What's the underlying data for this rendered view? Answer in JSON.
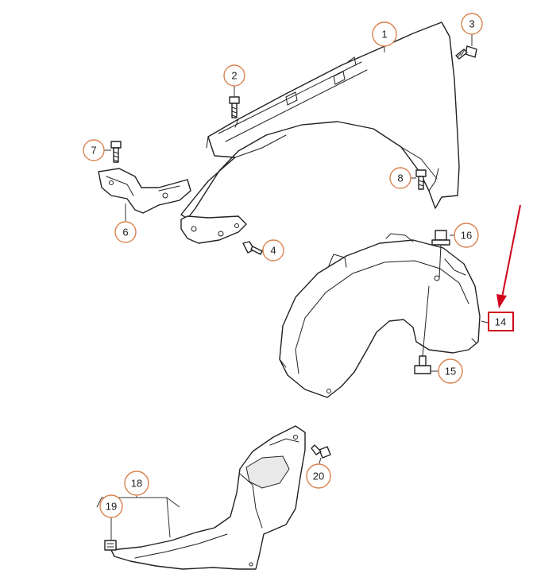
{
  "callouts": {
    "c1": "1",
    "c2": "2",
    "c3": "3",
    "c4": "4",
    "c6": "6",
    "c7": "7",
    "c8": "8",
    "c14": "14",
    "c15": "15",
    "c16": "16",
    "c18": "18",
    "c19": "19",
    "c20": "20"
  },
  "highlight": {
    "part": "14",
    "color": "#d0021b"
  },
  "colors": {
    "callout_ring": "#d9824f",
    "line": "#222222"
  }
}
